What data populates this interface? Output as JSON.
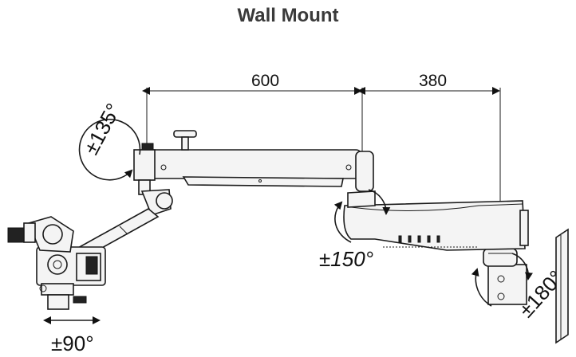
{
  "title": "Wall Mount",
  "dimensions": {
    "arm_length": "600",
    "extension_length": "380"
  },
  "rotations": {
    "head_tilt": "±135°",
    "arm_joint": "±150°",
    "wall_joint": "±180°",
    "scope_swing": "±90°"
  },
  "colors": {
    "line": "#1a1a1a",
    "title": "#3a3a3a",
    "fill": "#f4f4f4"
  }
}
